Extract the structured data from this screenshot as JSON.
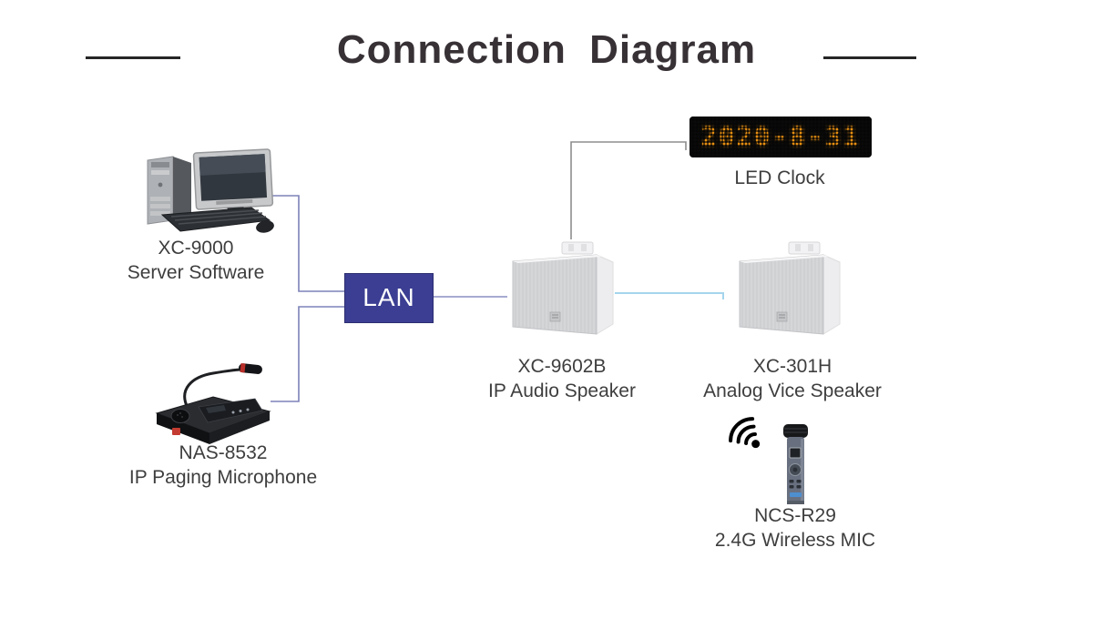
{
  "title": "Connection Diagram",
  "led_clock": {
    "display_text": "2020-8-31",
    "label": "LED Clock"
  },
  "lan": {
    "label": "LAN"
  },
  "devices": {
    "server": {
      "model": "XC-9000",
      "name": "Server Software"
    },
    "ip_speaker": {
      "model": "XC-9602B",
      "name": "IP Audio Speaker"
    },
    "analog_speaker": {
      "model": "XC-301H",
      "name": "Analog Vice Speaker"
    },
    "paging_mic": {
      "model": "NAS-8532",
      "name": "IP Paging Microphone"
    },
    "wireless_mic": {
      "model": "NCS-R29",
      "name": "2.4G Wireless MIC"
    }
  },
  "connections": [
    {
      "from": "XC-9000 Server Software",
      "to": "LAN"
    },
    {
      "from": "NAS-8532 IP Paging Microphone",
      "to": "LAN"
    },
    {
      "from": "LAN",
      "to": "XC-9602B IP Audio Speaker"
    },
    {
      "from": "XC-9602B IP Audio Speaker",
      "to": "LED Clock"
    },
    {
      "from": "XC-9602B IP Audio Speaker",
      "to": "XC-301H Analog Vice Speaker"
    }
  ],
  "colors": {
    "lan_box": "#3b3e92",
    "led_digits": "#ef9410",
    "led_bg": "#0a0a0a",
    "network_line": "#7d82b8",
    "clock_line": "#8d8d8d",
    "analog_line": "#a5d5ec",
    "title_text": "#373135",
    "label_text": "#3e3e3e"
  }
}
